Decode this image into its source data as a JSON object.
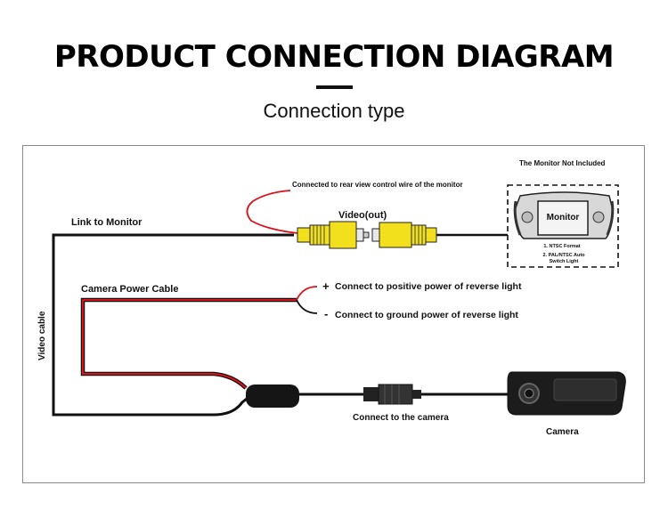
{
  "header": {
    "title": "PRODUCT CONNECTION DIAGRAM",
    "subtitle": "Connection type"
  },
  "diagram": {
    "monitor_note": "The Monitor Not Included",
    "rear_view_note": "Connected to rear view control wire of the monitor",
    "video_out_label": "Video(out)",
    "link_monitor_label": "Link to Monitor",
    "monitor_screen_label": "Monitor",
    "monitor_feature_1": "1. NTSC Format",
    "monitor_feature_2a": "2. PAL/NTSC Auto",
    "monitor_feature_2b": "Switch Light",
    "power_cable_label": "Camera Power Cable",
    "positive_sign": "+",
    "positive_label": "Connect to positive power of reverse light",
    "negative_sign": "-",
    "negative_label": "Connect to ground power of reverse light",
    "video_cable_label": "Video cable",
    "connect_camera_label": "Connect to the camera",
    "camera_label": "Camera",
    "colors": {
      "wire_black": "#111111",
      "wire_red": "#d8141b",
      "connector_yellow": "#f2e01c"
    }
  }
}
